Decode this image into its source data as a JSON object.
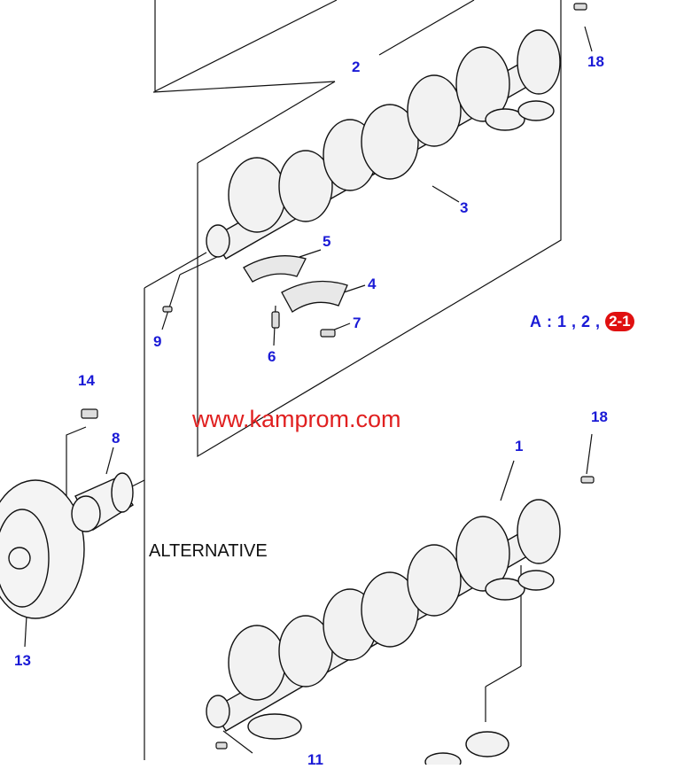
{
  "watermark": "www.kamprom.com",
  "alternative_label": "ALTERNATIVE",
  "applicability": {
    "prefix": "A",
    "colon": ":",
    "items": [
      "1",
      "2"
    ],
    "comma": ",",
    "highlighted": "2-1",
    "highlight_color": "#e01010"
  },
  "callouts": {
    "c2": "2",
    "c18_top": "18",
    "c3": "3",
    "c5": "5",
    "c4": "4",
    "c7": "7",
    "c6": "6",
    "c9": "9",
    "c14": "14",
    "c8": "8",
    "c18_bottom": "18",
    "c1": "1",
    "c13": "13",
    "c11": "11"
  },
  "colors": {
    "callout": "#1a1ad6",
    "line": "#111111",
    "watermark": "#e02020",
    "part_fill": "#f2f2f2"
  }
}
